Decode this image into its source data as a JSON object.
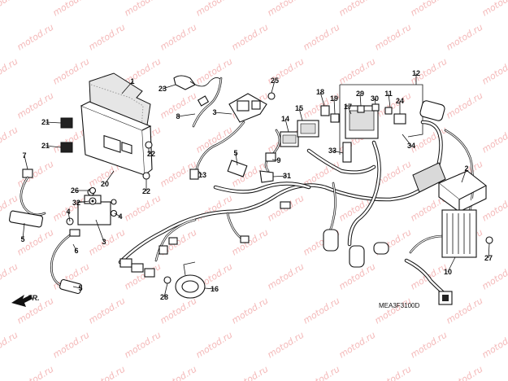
{
  "watermark": {
    "text": "motod.ru",
    "color": "#f4b9b9"
  },
  "diagram_code": "MEA3F3100D",
  "front_marker": "FR.",
  "callouts": [
    {
      "id": "c1",
      "label": "1"
    },
    {
      "id": "c2",
      "label": "2"
    },
    {
      "id": "c3",
      "label": "3"
    },
    {
      "id": "c3b",
      "label": "3"
    },
    {
      "id": "c4a",
      "label": "4"
    },
    {
      "id": "c4b",
      "label": "4"
    },
    {
      "id": "c5a",
      "label": "5"
    },
    {
      "id": "c5b",
      "label": "5"
    },
    {
      "id": "c5c",
      "label": "5"
    },
    {
      "id": "c6",
      "label": "6"
    },
    {
      "id": "c7",
      "label": "7"
    },
    {
      "id": "c8",
      "label": "8"
    },
    {
      "id": "c9",
      "label": "9"
    },
    {
      "id": "c10",
      "label": "10"
    },
    {
      "id": "c11",
      "label": "11"
    },
    {
      "id": "c12",
      "label": "12"
    },
    {
      "id": "c13",
      "label": "13"
    },
    {
      "id": "c14",
      "label": "14"
    },
    {
      "id": "c15",
      "label": "15"
    },
    {
      "id": "c16",
      "label": "16"
    },
    {
      "id": "c17",
      "label": "17"
    },
    {
      "id": "c18",
      "label": "18"
    },
    {
      "id": "c19",
      "label": "19"
    },
    {
      "id": "c20",
      "label": "20"
    },
    {
      "id": "c21a",
      "label": "21"
    },
    {
      "id": "c21b",
      "label": "21"
    },
    {
      "id": "c22a",
      "label": "22"
    },
    {
      "id": "c22b",
      "label": "22"
    },
    {
      "id": "c23",
      "label": "23"
    },
    {
      "id": "c24",
      "label": "24"
    },
    {
      "id": "c25",
      "label": "25"
    },
    {
      "id": "c26",
      "label": "26"
    },
    {
      "id": "c27",
      "label": "27"
    },
    {
      "id": "c28",
      "label": "28"
    },
    {
      "id": "c29",
      "label": "29"
    },
    {
      "id": "c30",
      "label": "30"
    },
    {
      "id": "c31",
      "label": "31"
    },
    {
      "id": "c32",
      "label": "32"
    },
    {
      "id": "c33",
      "label": "33"
    },
    {
      "id": "c34",
      "label": "34"
    }
  ]
}
